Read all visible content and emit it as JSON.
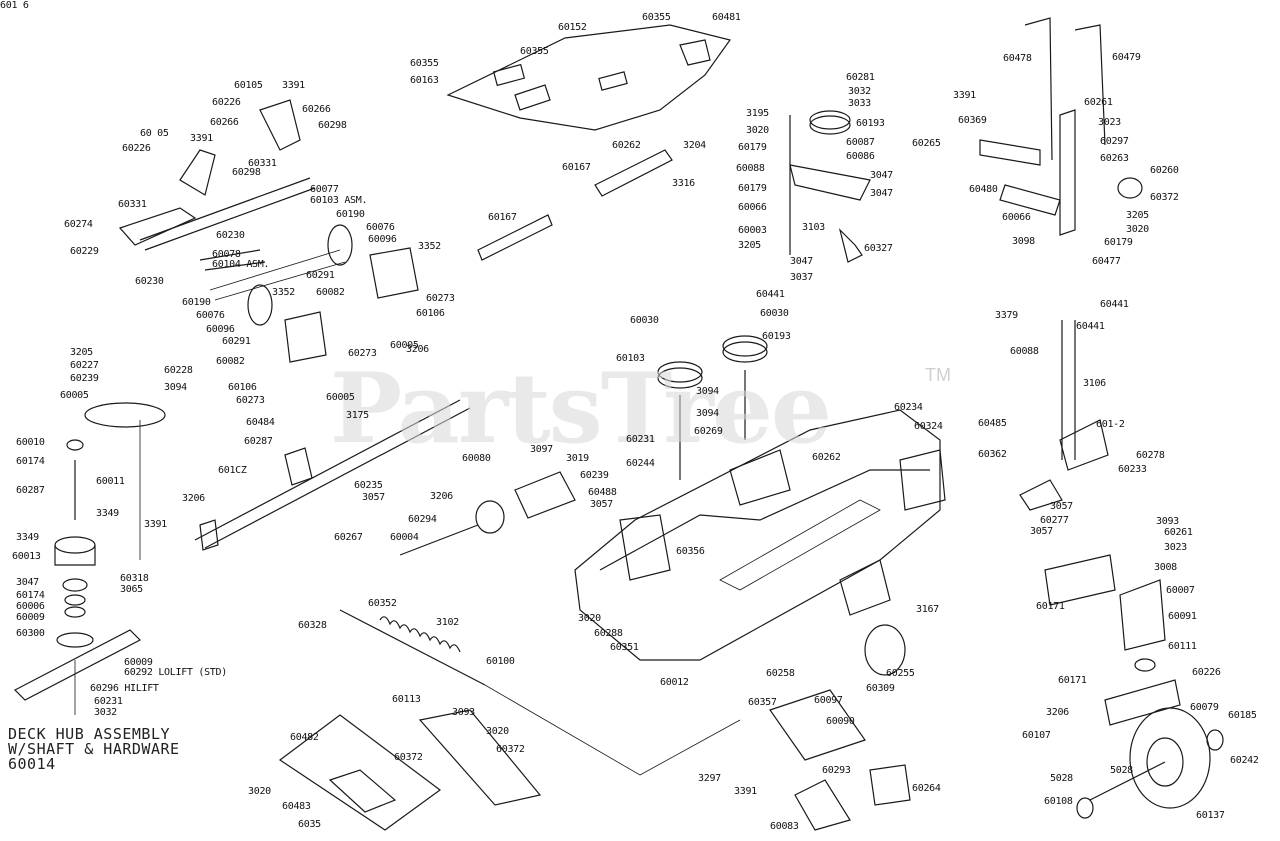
{
  "watermark": {
    "text": "PartsTree",
    "tm": "TM"
  },
  "caption": {
    "line1": "DECK HUB ASSEMBLY",
    "line2": "W/SHAFT & HARDWARE",
    "line3": "60014"
  },
  "labels": [
    "60355",
    "60481",
    "60152",
    "60355",
    "60355",
    "60163",
    "60262",
    "3204",
    "60167",
    "3316",
    "60167",
    "60105",
    "3391",
    "60226",
    "60298",
    "60266",
    "60331",
    "60 05",
    "3391",
    "60226",
    "60266",
    "60298",
    "60331",
    "60077",
    "60103 ASM.",
    "60274",
    "60190",
    "60230",
    "60076",
    "60096",
    "3352",
    "60229",
    "60078",
    "60104 ASM.",
    "60291",
    "60230",
    "60082",
    "60273",
    "3352",
    "60106",
    "60190",
    "60076",
    "60096",
    "60273",
    "60005",
    "60291",
    "60082",
    "60106",
    "60273",
    "60005",
    "3206",
    "60281",
    "3032",
    "3033",
    "3195",
    "60193",
    "3020",
    "60087",
    "60179",
    "60086",
    "60088",
    "3047",
    "60179",
    "3047",
    "60066",
    "3103",
    "60003",
    "60327",
    "3205",
    "3047",
    "3037",
    "60478",
    "60479",
    "3391",
    "60261",
    "60369",
    "3023",
    "60297",
    "60265",
    "60263",
    "60260",
    "60480",
    "60372",
    "3205",
    "60066",
    "3020",
    "3098",
    "60179",
    "60477",
    "60441",
    "60441",
    "60030",
    "60030",
    "60103",
    "60193",
    "3094",
    "3094",
    "60231",
    "60269",
    "60244",
    "3379",
    "60441",
    "60088",
    "3106",
    "601-2",
    "60278",
    "60233",
    "3057",
    "60277",
    "3057",
    "3205",
    "60227",
    "60228",
    "60239",
    "3094",
    "60005",
    "60010",
    "60174",
    "60287",
    "60011",
    "3349",
    "3349",
    "60013",
    "60318",
    "3065",
    "3047",
    "60174",
    "60006",
    "60009",
    "60300",
    "60009",
    "60292 LOLIFT (STD)",
    "60296 HILIFT",
    "60231",
    "3032",
    "3175",
    "60484",
    "60287",
    "601CZ",
    "60235",
    "3057",
    "3206",
    "3391",
    "60267",
    "60080",
    "3097",
    "3019",
    "60239",
    "60488",
    "3057",
    "3206",
    "60294",
    "60004",
    "60234",
    "60485",
    "60324",
    "60362",
    "60262",
    "60356",
    "3020",
    "60288",
    "60351",
    "3167",
    "60258",
    "60255",
    "60309",
    "60012",
    "3093",
    "60261",
    "3023",
    "3008",
    "60007",
    "60171",
    "60091",
    "60111",
    "60171",
    "60226",
    "3206",
    "60079",
    "60185",
    "60107",
    "60242",
    "5028",
    "5028",
    "60108",
    "60137",
    "60352",
    "3102",
    "60328",
    "60100",
    "60113",
    "3093",
    "60482",
    "3020",
    "60372",
    "60372",
    "3020",
    "60483",
    "6035",
    "60357",
    "60097",
    "60090",
    "3297",
    "60293",
    "3391",
    "60264",
    "60083",
    "601 6"
  ]
}
